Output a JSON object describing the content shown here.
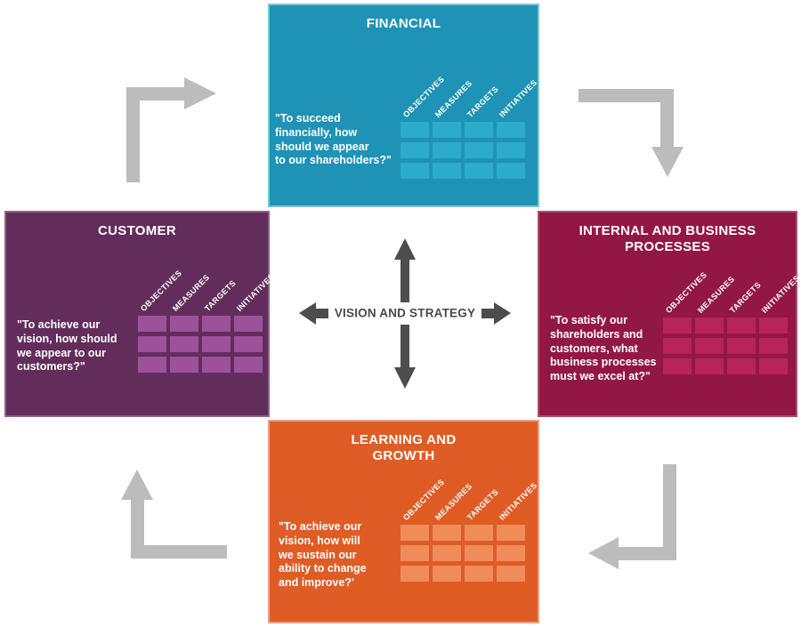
{
  "diagram": {
    "name": "balanced-scorecard",
    "center_label": "VISION AND STRATEGY",
    "table": {
      "headers": [
        "OBJECTIVES",
        "MEASURES",
        "TARGETS",
        "INITIATIVES"
      ],
      "rows": 3,
      "cols": 4
    },
    "quadrants": [
      {
        "key": "financial",
        "title": "FINANCIAL",
        "quote": "\"To succeed\nfinancially, how\nshould we appear\nto our shareholders?\"",
        "bg": "#1E93B5",
        "cell": "#2CABCB",
        "border": "#7AC5D8"
      },
      {
        "key": "customer",
        "title": "CUSTOMER",
        "quote": "\"To achieve our\nvision, how should\nwe appear to our\ncustomers?\"",
        "bg": "#622D5B",
        "cell": "#9D519A",
        "border": "#8F6489"
      },
      {
        "key": "internal",
        "title": "INTERNAL AND BUSINESS\nPROCESSES",
        "quote": "\"To satisfy our\nshareholders and\ncustomers, what\nbusiness processes\nmust we excel at?\"",
        "bg": "#931745",
        "cell": "#B62458",
        "border": "#A84E6E"
      },
      {
        "key": "learning",
        "title": "LEARNING AND\nGROWTH",
        "quote": "\"To achieve our\nvision, how will\nwe sustain our\nability to change\nand improve?'",
        "bg": "#E05C25",
        "cell": "#F08B5A",
        "border": "#EBA183"
      }
    ],
    "colors": {
      "cycle_arrow": "#BCBCBC",
      "center_arrow": "#4D4D4D",
      "center_text": "#4A4A4A"
    }
  }
}
